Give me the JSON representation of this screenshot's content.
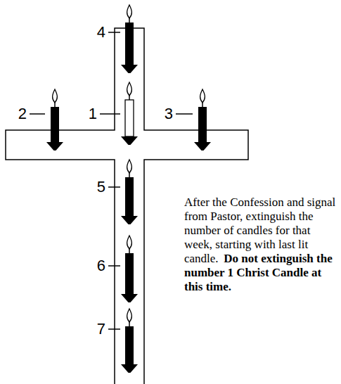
{
  "diagram": {
    "labels": [
      "4",
      "2",
      "1",
      "3",
      "5",
      "6",
      "7",
      "After the Confession and signal from Pastor, extinguish the number of candles for that week, starting with last lit candle.",
      "Do not extinguish the number 1 Christ Candle at this time."
    ]
  }
}
